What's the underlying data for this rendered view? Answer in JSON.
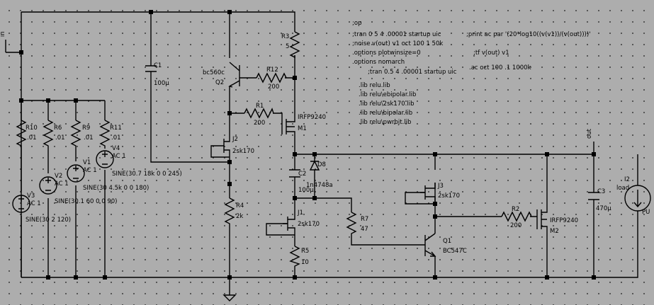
{
  "app": {
    "title": ""
  },
  "nets": {
    "in": "in",
    "out": "out"
  },
  "components": {
    "C1": {
      "name": "C1",
      "value": "100µ"
    },
    "C2": {
      "name": "C2",
      "value": "100µ"
    },
    "C3": {
      "name": "C3",
      "value": "470µ"
    },
    "R1": {
      "name": "R1",
      "value": "200"
    },
    "R2": {
      "name": "R2",
      "value": "200"
    },
    "R3": {
      "name": "R3",
      "value": "5"
    },
    "R4": {
      "name": "R4",
      "value": "2k"
    },
    "R5": {
      "name": "R5",
      "value": "10"
    },
    "R6": {
      "name": "R6",
      "value": ".01"
    },
    "R7": {
      "name": "R7",
      "value": "47"
    },
    "R9": {
      "name": "R9",
      "value": ".01"
    },
    "R10": {
      "name": "R10",
      "value": ".01"
    },
    "R11": {
      "name": "R11",
      "value": ".01"
    },
    "R12": {
      "name": "R12",
      "value": "200"
    },
    "Q1": {
      "name": "Q1",
      "value": "BC547C"
    },
    "Q2": {
      "name": "Q2",
      "value": "bc560c"
    },
    "J1": {
      "name": "J1",
      "value": "2sk170"
    },
    "J2": {
      "name": "J2",
      "value": "2sk170"
    },
    "J3": {
      "name": "J3",
      "value": "2sk170"
    },
    "M1": {
      "name": "M1",
      "value": "IRFP9240"
    },
    "M2": {
      "name": "M2",
      "value": "IRFP9240"
    },
    "D8": {
      "name": "D8",
      "value": "1n4748a"
    },
    "I2": {
      "name": "I2",
      "value": "load",
      "extra": "PU"
    },
    "V1": {
      "name": "V1",
      "ac": "AC 1",
      "value": "SINE(30 4.5k 0 0 180)"
    },
    "V2": {
      "name": "V2",
      "ac": "AC 1",
      "value": "SINE(30.1 60 0 0 90)"
    },
    "V3": {
      "name": "V3",
      "ac": "AC 1",
      "value": "SINE(30 2 120)"
    },
    "V4": {
      "name": "V4",
      "ac": "AC 1",
      "value": "SINE(30.7 18k 0 0 245)"
    }
  },
  "directives": [
    ";op",
    ";tran 0 5 4 .00001 startup uic",
    ";noise v(out) v1 oct 100 1 50k",
    ".options plotwinsize=0",
    ".options nomarch",
    ";tran 0.5 4 .00001 startup uic",
    ".lib relu.lib",
    ".lib relu\\ebipolar.lib",
    ".lib relu\\2sk170.lib",
    ".lib relu\\bipolar.lib",
    ".lib relu\\pwrbjt.lib"
  ],
  "directives_right": [
    ";print ac par '(20*log10((v(v1))/(v(out))))'",
    ";tf v(out) v1",
    ".ac oct 100 .1 1000k"
  ]
}
